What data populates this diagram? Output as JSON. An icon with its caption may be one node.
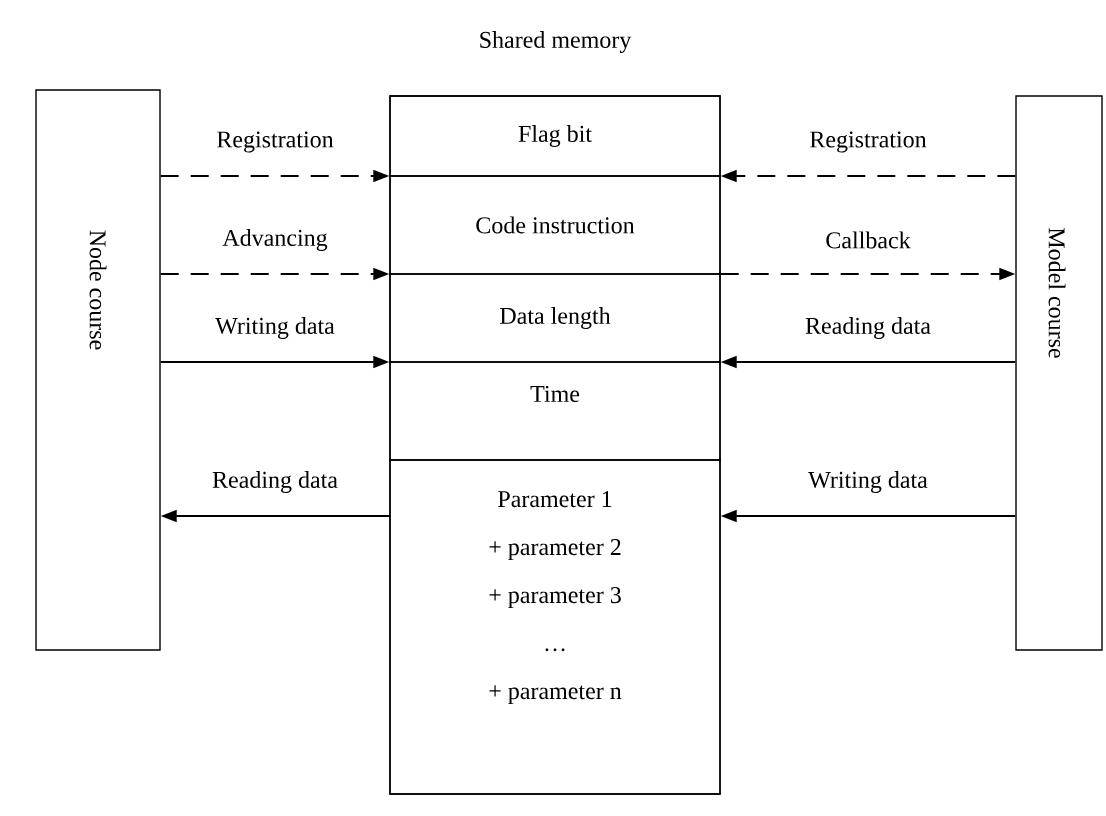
{
  "diagram": {
    "nodes": [
      {
        "text": [
          "Shared memory"
        ]
      },
      {
        "text": [
          "Flag bit"
        ],
        "in": 0
      },
      {
        "text": [
          "Code instruction"
        ],
        "in": 0
      },
      {
        "text": [
          "Data length"
        ],
        "in": 0
      },
      {
        "text": [
          "Time"
        ],
        "in": 0
      },
      {
        "text": [
          "Parameter 1",
          "+ parameter 2",
          "+ parameter 3",
          "…",
          "+ parameter n"
        ],
        "in": 0
      },
      {
        "text": [
          "Node course"
        ]
      },
      {
        "text": [
          "Model course"
        ]
      }
    ],
    "edges": [
      {
        "from": 6,
        "to": 1,
        "arrow": "to",
        "label": "Registration",
        "style": "dashed"
      },
      {
        "from": 6,
        "to": 2,
        "arrow": "to",
        "label": "Advancing",
        "style": "dashed"
      },
      {
        "from": 6,
        "to": 3,
        "arrow": "to",
        "label": "Writing data"
      },
      {
        "from": 5,
        "to": 6,
        "arrow": "to",
        "label": "Reading data"
      },
      {
        "from": 7,
        "to": 1,
        "arrow": "to",
        "label": "Registration",
        "style": "dashed"
      },
      {
        "from": 2,
        "to": 7,
        "arrow": "to",
        "label": "Callback",
        "style": "dashed"
      },
      {
        "from": 7,
        "to": 3,
        "arrow": "to",
        "label": "Reading data"
      },
      {
        "from": 7,
        "to": 5,
        "arrow": "to",
        "label": "Writing data"
      }
    ]
  }
}
